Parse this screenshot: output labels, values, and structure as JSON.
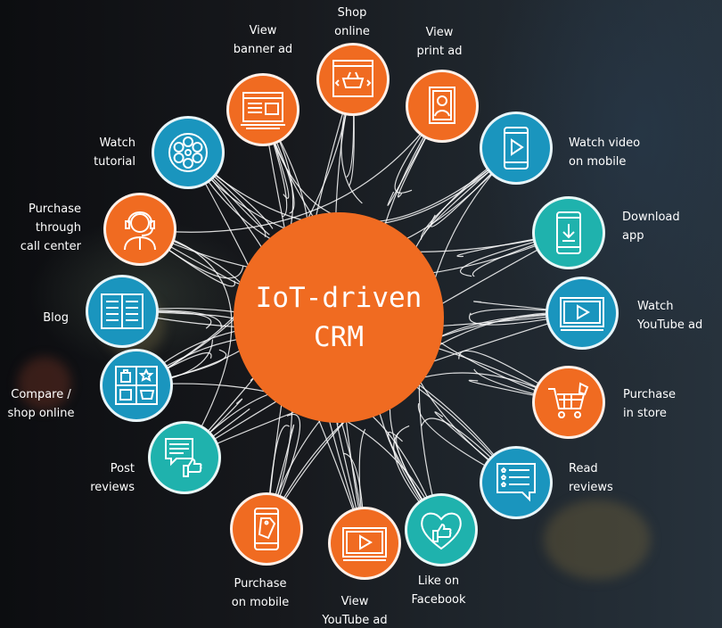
{
  "center": {
    "lines": [
      "IoT-driven",
      "CRM"
    ]
  },
  "colors": {
    "orange": "#f06b21",
    "teal": "#1fb2ad",
    "blue": "#1a95be",
    "center": "#f06b21"
  },
  "nodes": [
    {
      "id": "view-banner-ad",
      "icon": "browser-window-icon",
      "lines": [
        "View",
        "banner ad"
      ]
    },
    {
      "id": "shop-online",
      "icon": "basket-window-icon",
      "lines": [
        "Shop",
        "online"
      ]
    },
    {
      "id": "view-print-ad",
      "icon": "print-ad-icon",
      "lines": [
        "View",
        "print ad"
      ]
    },
    {
      "id": "watch-video-on-mobile",
      "icon": "mobile-play-icon",
      "lines": [
        "Watch video",
        "on mobile"
      ]
    },
    {
      "id": "download-app",
      "icon": "mobile-download-icon",
      "lines": [
        "Download",
        "app"
      ]
    },
    {
      "id": "watch-youtube-ad",
      "icon": "monitor-play-icon",
      "lines": [
        "Watch",
        "YouTube ad"
      ]
    },
    {
      "id": "purchase-in-store",
      "icon": "shopping-cart-icon",
      "lines": [
        "Purchase",
        "in store"
      ]
    },
    {
      "id": "read-reviews",
      "icon": "review-list-icon",
      "lines": [
        "Read",
        "reviews"
      ]
    },
    {
      "id": "like-on-facebook",
      "icon": "heart-thumb-icon",
      "lines": [
        "Like on",
        "Facebook"
      ]
    },
    {
      "id": "view-youtube-ad",
      "icon": "monitor-play-icon",
      "lines": [
        "View",
        "YouTube ad"
      ]
    },
    {
      "id": "purchase-on-mobile",
      "icon": "mobile-tag-icon",
      "lines": [
        "Purchase",
        "on mobile"
      ]
    },
    {
      "id": "post-reviews",
      "icon": "review-thumb-icon",
      "lines": [
        "Post",
        "reviews"
      ]
    },
    {
      "id": "compare-shop-online",
      "icon": "compare-products-icon",
      "lines": [
        "Compare /",
        "shop online"
      ]
    },
    {
      "id": "blog",
      "icon": "open-book-icon",
      "lines": [
        "Blog"
      ]
    },
    {
      "id": "purchase-through-call-center",
      "icon": "headset-agent-icon",
      "lines": [
        "Purchase",
        "through",
        "call center"
      ]
    },
    {
      "id": "watch-tutorial",
      "icon": "film-reel-icon",
      "lines": [
        "Watch",
        "tutorial"
      ]
    }
  ]
}
